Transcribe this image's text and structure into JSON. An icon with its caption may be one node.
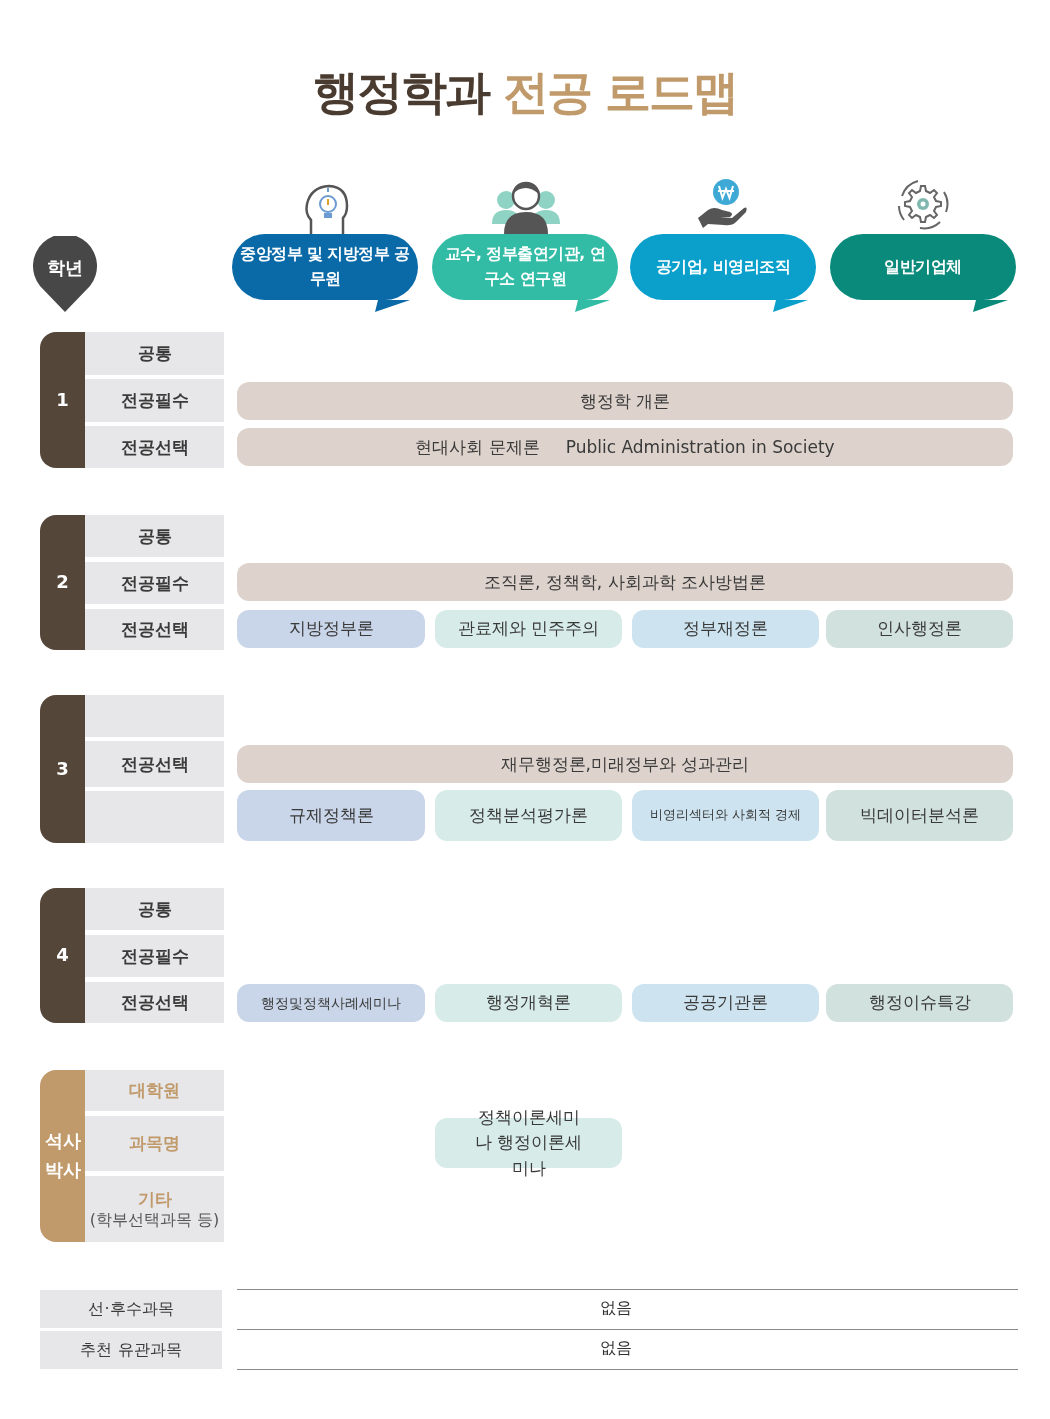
{
  "diagram": {
    "title": "행정학과 **전공 로드맵**",
    "nodes": [
      {
        "text": [
          "학년"
        ]
      },
      {
        "text": [
          "중앙정부 및 지방정부 공무원"
        ]
      },
      {
        "text": [
          "교수, 정부출연기관, 연구소 연구원"
        ]
      },
      {
        "text": [
          "공기업, 비영리조직"
        ]
      },
      {
        "text": [
          "일반기업체"
        ]
      },
      {
        "text": [
          "1"
        ]
      },
      {
        "text": [
          "공통"
        ]
      },
      {
        "text": [
          "전공필수"
        ]
      },
      {
        "text": [
          "전공선택"
        ]
      },
      {
        "text": [
          "행정학 개론"
        ]
      },
      {
        "text": [
          "현대사회 문제론",
          "Public Administration in Society"
        ]
      },
      {
        "text": [
          "2"
        ]
      },
      {
        "text": [
          "공통"
        ]
      },
      {
        "text": [
          "전공필수"
        ]
      },
      {
        "text": [
          "전공선택"
        ]
      },
      {
        "text": [
          "조직론, 정책학, 사회과학 조사방법론"
        ]
      },
      {
        "text": [
          "지방정부론"
        ]
      },
      {
        "text": [
          "관료제와 민주주의"
        ]
      },
      {
        "text": [
          "정부재정론"
        ]
      },
      {
        "text": [
          "인사행정론"
        ]
      },
      {
        "text": [
          "3"
        ]
      },
      {
        "text": [],
        "shape": "box"
      },
      {
        "text": [
          "전공선택"
        ]
      },
      {
        "text": [],
        "shape": "box"
      },
      {
        "text": [
          "재무행정론,미래정부와 성과관리"
        ]
      },
      {
        "text": [
          "규제정책론"
        ]
      },
      {
        "text": [
          "정책분석평가론"
        ]
      },
      {
        "text": [
          "비영리섹터와 사회적 경제"
        ]
      },
      {
        "text": [
          "빅데이터분석론"
        ]
      },
      {
        "text": [
          "4"
        ]
      },
      {
        "text": [
          "공통"
        ]
      },
      {
        "text": [
          "전공필수"
        ]
      },
      {
        "text": [
          "전공선택"
        ]
      },
      {
        "text": [
          "행정및정책사례세미나"
        ]
      },
      {
        "text": [
          "행정개혁론"
        ]
      },
      {
        "text": [
          "공공기관론"
        ]
      },
      {
        "text": [
          "행정이슈특강"
        ]
      },
      {
        "text": [
          "석사 박사"
        ]
      },
      {
        "text": [
          "대학원"
        ]
      },
      {
        "text": [
          "과목명"
        ]
      },
      {
        "text": [
          "기타",
          "(학부선택과목 등)"
        ]
      },
      {
        "text": [
          "정책이론세미나 행정이론세미나"
        ]
      },
      {
        "text": [
          "선·후수과목"
        ]
      },
      {
        "text": [
          "추천 유관과목"
        ]
      }
    ],
    "labels": [
      "없음",
      "없음"
    ]
  }
}
